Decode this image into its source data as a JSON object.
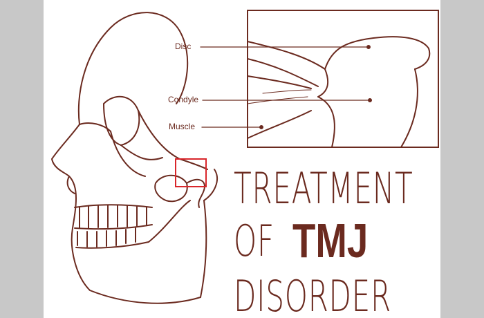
{
  "labels": {
    "disc": "Disc",
    "condyle": "Condyle",
    "muscle": "Muscle"
  },
  "title": {
    "line1": "TREATMENT",
    "line2_prefix": "OF",
    "line2_emphasis": "TMJ",
    "line3": "DISORDER"
  },
  "colors": {
    "ink": "#6b2a1f",
    "highlight_box": "#d9262b",
    "side_bars": "#c8c8c8"
  }
}
